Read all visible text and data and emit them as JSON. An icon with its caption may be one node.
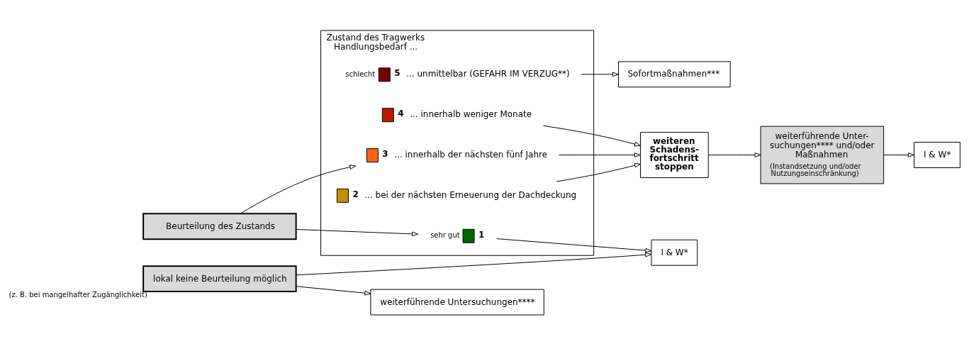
{
  "diagram": {
    "nodes": [
      {
        "text": [
          "Beurteilung des Zustands"
        ]
      },
      {
        "text": [
          "lokal keine Beurteilung möglich"
        ],
        "beside": [
          "(z. B. bei mangelhafter Zugänglichkeit)"
        ]
      },
      {
        "text": [
          "Zustand des Tragwerks",
          "Handlungsbedarf ..."
        ]
      },
      {
        "text": [
          "1"
        ],
        "in": 2,
        "beside": [
          "sehr gut"
        ]
      },
      {
        "text": [
          "2",
          "... bei der nächsten Erneuerung der Dachdeckung"
        ],
        "in": 2
      },
      {
        "text": [
          "3",
          "... innerhalb der nächsten fünf Jahre"
        ],
        "in": 2
      },
      {
        "text": [
          "4",
          "... innerhalb weniger Monate"
        ],
        "in": 2
      },
      {
        "text": [
          "5",
          "... unmittelbar (GEFAHR IM VERZUG**)"
        ],
        "in": 2,
        "beside": [
          "schlecht"
        ]
      },
      {
        "text": [
          "I & W*"
        ]
      },
      {
        "text": [
          "weiterführende Untersuchungen****"
        ]
      },
      {
        "text": [
          "weiteren Schadens- fortschritt stoppen"
        ]
      },
      {
        "text": [
          "weiterführende Unter- suchungen**** und/oder Maßnahmen",
          "(Instandsetzung und/oder Nutzungseinschränkung)"
        ]
      },
      {
        "text": [
          "Sofortmaßnahmen***"
        ]
      },
      {
        "text": [
          "I & W*"
        ]
      }
    ],
    "edges": [
      {
        "from": 0,
        "to": 3,
        "arrow": "to"
      },
      {
        "from": 0,
        "to": 5,
        "arrow": "to"
      },
      {
        "from": 3,
        "to": 8,
        "arrow": "to"
      },
      {
        "from": 1,
        "to": 8,
        "arrow": "to"
      },
      {
        "from": 1,
        "to": 9,
        "arrow": "to"
      },
      {
        "from": 4,
        "to": 10,
        "arrow": "to"
      },
      {
        "from": 5,
        "to": 10,
        "arrow": "to"
      },
      {
        "from": 6,
        "to": 10,
        "arrow": "to"
      },
      {
        "from": 10,
        "to": 11,
        "arrow": "to"
      },
      {
        "from": 11,
        "to": 13,
        "arrow": "to"
      },
      {
        "from": 7,
        "to": 12,
        "arrow": "to"
      }
    ]
  }
}
